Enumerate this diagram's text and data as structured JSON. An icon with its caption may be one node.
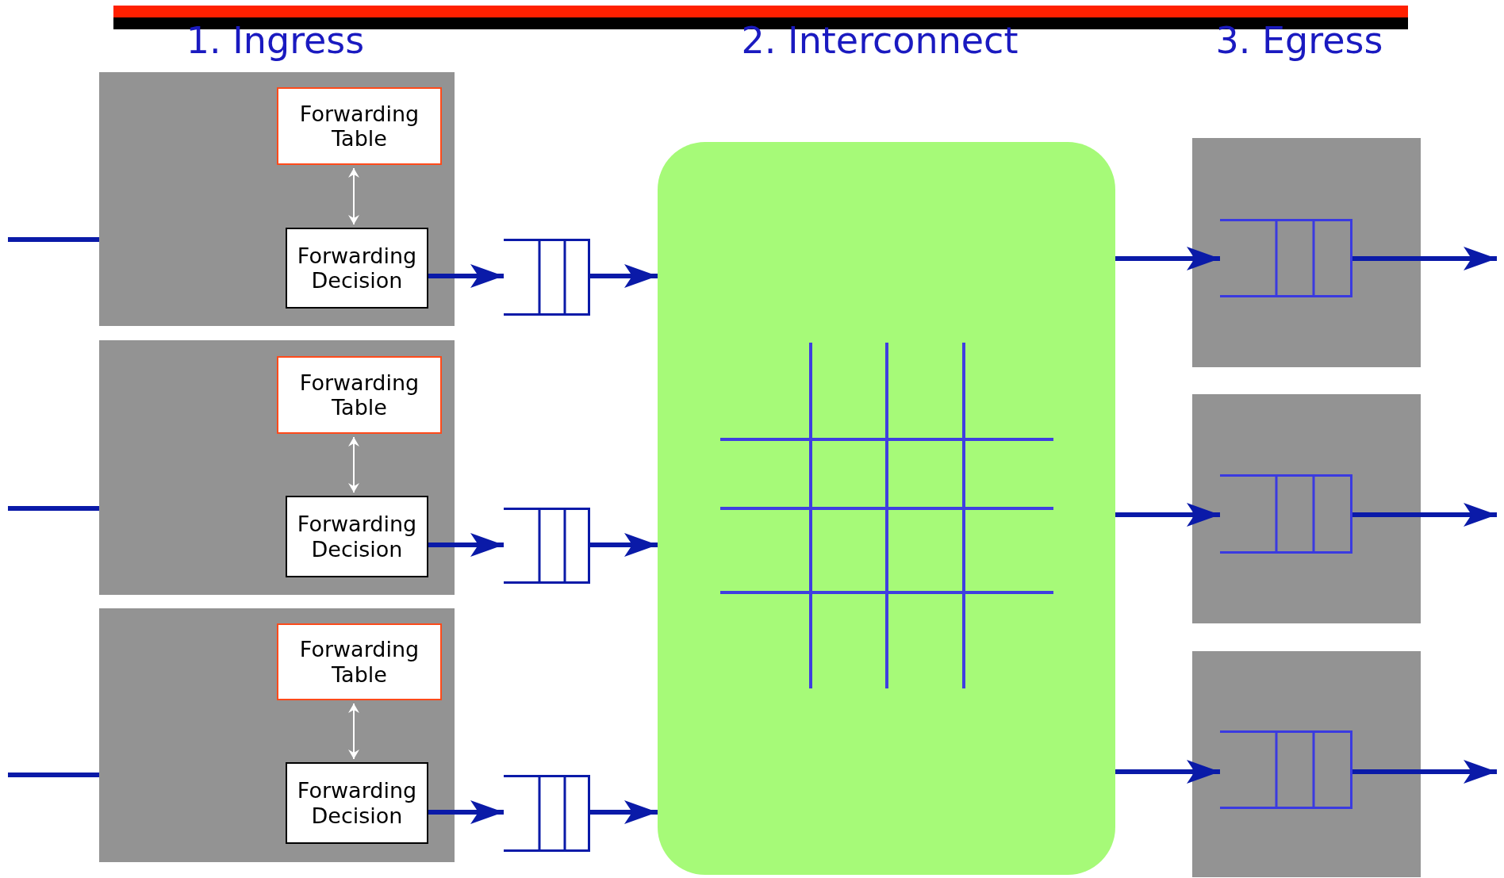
{
  "diagram": {
    "nodes": [
      {
        "text": [],
        "shape": "box"
      },
      {
        "text": [
          "Forwarding Table"
        ],
        "in": 0
      },
      {
        "text": [
          "Forwarding Decision"
        ],
        "in": 0
      },
      {
        "text": [],
        "shape": "box"
      },
      {
        "text": [
          "Forwarding Table"
        ],
        "in": 3
      },
      {
        "text": [
          "Forwarding Decision"
        ],
        "in": 3
      },
      {
        "text": [],
        "shape": "box"
      },
      {
        "text": [
          "Forwarding Table"
        ],
        "in": 6
      },
      {
        "text": [
          "Forwarding Decision"
        ],
        "in": 6
      },
      {
        "text": [],
        "shape": "queue"
      },
      {
        "text": [],
        "shape": "queue"
      },
      {
        "text": [],
        "shape": "queue"
      },
      {
        "text": [],
        "shape": "box"
      },
      {
        "text": [],
        "shape": "box"
      },
      {
        "text": [],
        "shape": "box"
      },
      {
        "text": [],
        "shape": "box"
      },
      {
        "text": [],
        "shape": "queue",
        "in": 13
      },
      {
        "text": [],
        "shape": "queue",
        "in": 14
      },
      {
        "text": [],
        "shape": "queue",
        "in": 15
      }
    ],
    "edges": [
      {
        "from": null,
        "to": 0,
        "arrow": "none"
      },
      {
        "from": null,
        "to": 3,
        "arrow": "none"
      },
      {
        "from": null,
        "to": 6,
        "arrow": "none"
      },
      {
        "from": 1,
        "to": 2,
        "arrow": "both",
        "color": "#ffffff"
      },
      {
        "from": 4,
        "to": 5,
        "arrow": "both",
        "color": "#ffffff"
      },
      {
        "from": 7,
        "to": 8,
        "arrow": "both",
        "color": "#ffffff"
      },
      {
        "from": 2,
        "to": 9,
        "arrow": "to"
      },
      {
        "from": 5,
        "to": 10,
        "arrow": "to"
      },
      {
        "from": 8,
        "to": 11,
        "arrow": "to"
      },
      {
        "from": 9,
        "to": 12,
        "arrow": "to"
      },
      {
        "from": 10,
        "to": 12,
        "arrow": "to"
      },
      {
        "from": 11,
        "to": 12,
        "arrow": "to"
      },
      {
        "from": 12,
        "to": 16,
        "arrow": "to"
      },
      {
        "from": 12,
        "to": 17,
        "arrow": "to"
      },
      {
        "from": 12,
        "to": 18,
        "arrow": "to"
      },
      {
        "from": 16,
        "to": null,
        "arrow": "to"
      },
      {
        "from": 17,
        "to": null,
        "arrow": "to"
      },
      {
        "from": 18,
        "to": null,
        "arrow": "to"
      }
    ],
    "labels": [
      "1. Ingress",
      "2. Interconnect",
      "3. Egress"
    ]
  }
}
